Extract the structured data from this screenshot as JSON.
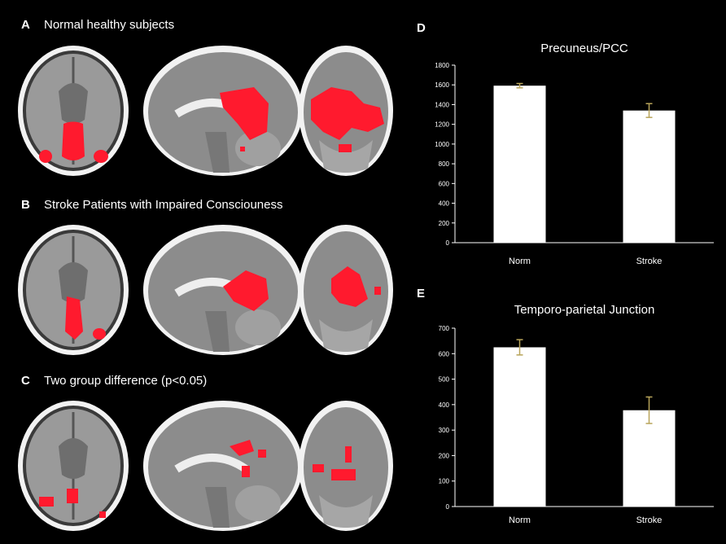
{
  "panels": {
    "A": {
      "letter": "A",
      "title": "Normal healthy subjects"
    },
    "B": {
      "letter": "B",
      "title": "Stroke Patients with Impaired Consciouness"
    },
    "C": {
      "letter": "C",
      "title": "Two group difference (p<0.05)"
    },
    "D": {
      "letter": "D"
    },
    "E": {
      "letter": "E"
    }
  },
  "colors": {
    "activation": "#ff1a2e",
    "bar": "#ffffff",
    "errorbar": "#b8a45a",
    "background": "#000000"
  },
  "chart_data": [
    {
      "type": "bar",
      "title": "Precuneus/PCC",
      "categories": [
        "Norm",
        "Stroke"
      ],
      "values": [
        1592,
        1340
      ],
      "errors": [
        22,
        70
      ],
      "ylim": [
        0,
        1800
      ],
      "yticks": [
        0,
        200,
        400,
        600,
        800,
        1000,
        1200,
        1400,
        1600,
        1800
      ],
      "xlabel": "",
      "ylabel": "",
      "grid": false
    },
    {
      "type": "bar",
      "title": "Temporo-parietal Junction",
      "categories": [
        "Norm",
        "Stroke"
      ],
      "values": [
        625,
        378
      ],
      "errors": [
        30,
        52
      ],
      "ylim": [
        0,
        700
      ],
      "yticks": [
        0,
        100,
        200,
        300,
        400,
        500,
        600,
        700
      ],
      "xlabel": "",
      "ylabel": "",
      "grid": false
    }
  ]
}
